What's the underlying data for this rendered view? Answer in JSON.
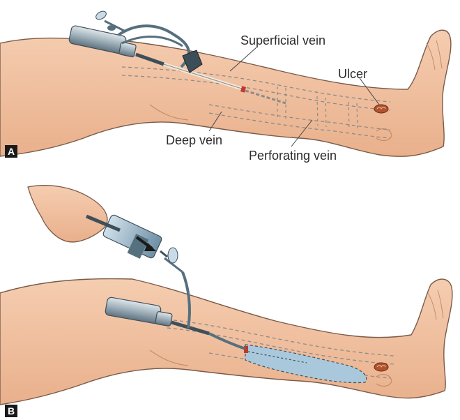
{
  "panels": [
    {
      "letter": "A",
      "labels": {
        "superficial_vein": "Superficial vein",
        "ulcer": "Ulcer",
        "deep_vein": "Deep vein",
        "perforating_vein": "Perforating vein"
      }
    },
    {
      "letter": "B"
    }
  ],
  "colors": {
    "skin": "#f2c4a2",
    "skin_shadow": "#e4a982",
    "outline": "#7a5a48",
    "vein_dash": "#8b8b8b",
    "tube": "#55707e",
    "device": "#6e8796",
    "foam": "#a9c8dc",
    "ulcer": "#b0532e",
    "catheter_tip": "#c0392b"
  }
}
